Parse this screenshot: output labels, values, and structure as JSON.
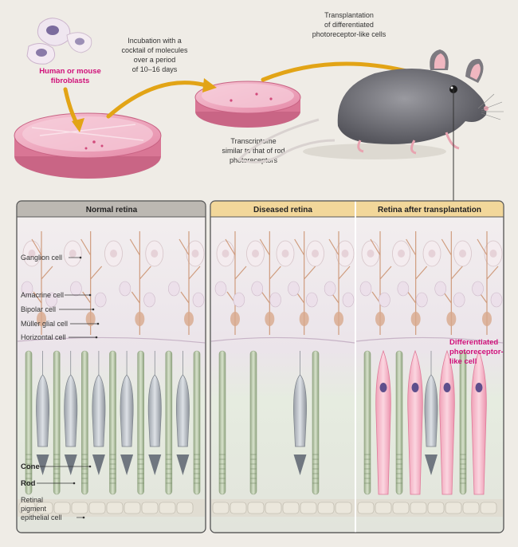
{
  "top": {
    "fibroblasts_label": [
      "Human or mouse",
      "fibroblasts"
    ],
    "incubation_label": [
      "Incubation with a",
      "cocktail of molecules",
      "over a period",
      "of 10–16 days"
    ],
    "transcriptome_label": [
      "Transcriptome",
      "similar to that of rod",
      "photoreceptors"
    ],
    "transplant_label": [
      "Transplantation",
      "of differentiated",
      "photoreceptor-like cells"
    ]
  },
  "panels": {
    "normal_title": "Normal retina",
    "diseased_title": "Diseased retina",
    "after_title": "Retina after transplantation"
  },
  "retina_labels": {
    "ganglion": "Ganglion cell",
    "amacrine": "Amacrine cell",
    "bipolar": "Bipolar cell",
    "muller": "Müller glial cell",
    "horizontal": "Horizontal cell",
    "cone": "Cone",
    "rod": "Rod",
    "rpe": [
      "Retinal",
      "pigment",
      "epithelial cell"
    ]
  },
  "differentiated_label": [
    "Differentiated",
    "photoreceptor-",
    "like cell"
  ],
  "colors": {
    "pink_highlight": "#d0117a",
    "header_normal": "#bcb8b2",
    "header_diseased": "#f2d79a",
    "arrow": "#e2a416"
  }
}
